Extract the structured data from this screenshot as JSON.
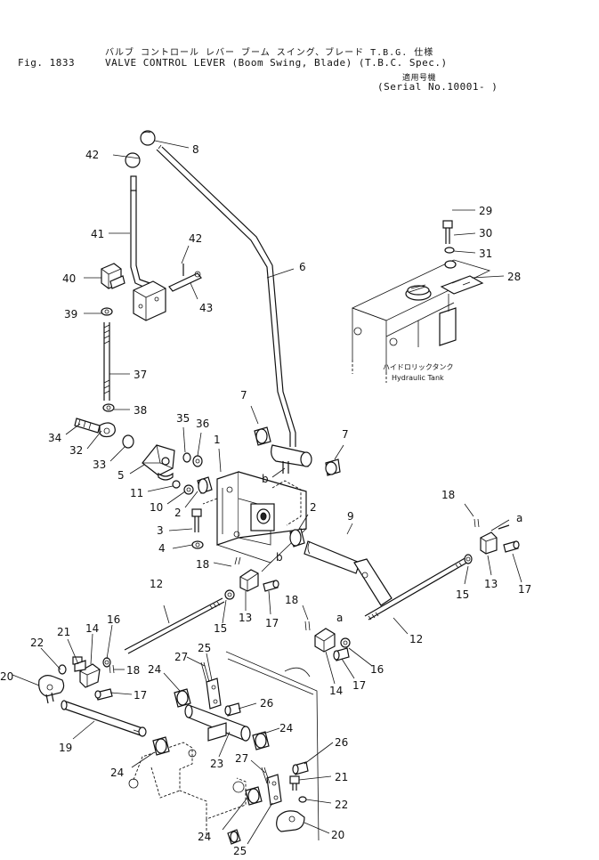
{
  "header": {
    "title_jp": "バルブ コントロール レバー  ブーム スイング、ブレード    T.B.G. 仕様",
    "fig_label": "Fig. 1833",
    "title_en": "VALVE CONTROL LEVER (Boom Swing, Blade) (T.B.C. Spec.)",
    "serial_jp": "適用号機",
    "serial": "(Serial No.10001- )"
  },
  "hydraulic_tank": {
    "label_jp": "ハイドロリックタンク",
    "label_en": "Hydraulic Tank"
  },
  "callouts": [
    {
      "id": "c8a",
      "text": "8"
    },
    {
      "id": "c42a",
      "text": "42"
    },
    {
      "id": "c41",
      "text": "41"
    },
    {
      "id": "c42b",
      "text": "42"
    },
    {
      "id": "c6",
      "text": "6"
    },
    {
      "id": "c40",
      "text": "40"
    },
    {
      "id": "c43",
      "text": "43"
    },
    {
      "id": "c39",
      "text": "39"
    },
    {
      "id": "c37",
      "text": "37"
    },
    {
      "id": "c38",
      "text": "38"
    },
    {
      "id": "c34",
      "text": "34"
    },
    {
      "id": "c32",
      "text": "32"
    },
    {
      "id": "c33",
      "text": "33"
    },
    {
      "id": "c5",
      "text": "5"
    },
    {
      "id": "c35",
      "text": "35"
    },
    {
      "id": "c36",
      "text": "36"
    },
    {
      "id": "c1",
      "text": "1"
    },
    {
      "id": "c7a",
      "text": "7"
    },
    {
      "id": "c7b",
      "text": "7"
    },
    {
      "id": "cb1",
      "text": "b"
    },
    {
      "id": "c11",
      "text": "11"
    },
    {
      "id": "c10",
      "text": "10"
    },
    {
      "id": "c2a",
      "text": "2"
    },
    {
      "id": "c2b",
      "text": "2"
    },
    {
      "id": "c3",
      "text": "3"
    },
    {
      "id": "c4",
      "text": "4"
    },
    {
      "id": "c9",
      "text": "9"
    },
    {
      "id": "c29",
      "text": "29"
    },
    {
      "id": "c30",
      "text": "30"
    },
    {
      "id": "c31",
      "text": "31"
    },
    {
      "id": "c28",
      "text": "28"
    },
    {
      "id": "c18a",
      "text": "18"
    },
    {
      "id": "ca1",
      "text": "a"
    },
    {
      "id": "c18b",
      "text": "18"
    },
    {
      "id": "cb2",
      "text": "b"
    },
    {
      "id": "c12a",
      "text": "12"
    },
    {
      "id": "c15a",
      "text": "15"
    },
    {
      "id": "c13a",
      "text": "13"
    },
    {
      "id": "c17a",
      "text": "17"
    },
    {
      "id": "c18c",
      "text": "18"
    },
    {
      "id": "ca2",
      "text": "a"
    },
    {
      "id": "c16a",
      "text": "16"
    },
    {
      "id": "c12b",
      "text": "12"
    },
    {
      "id": "c15b",
      "text": "15"
    },
    {
      "id": "c13b",
      "text": "13"
    },
    {
      "id": "c17b",
      "text": "17"
    },
    {
      "id": "c21a",
      "text": "21"
    },
    {
      "id": "c22a",
      "text": "22"
    },
    {
      "id": "c14a",
      "text": "14"
    },
    {
      "id": "c16b",
      "text": "16"
    },
    {
      "id": "c20a",
      "text": "20"
    },
    {
      "id": "c18d",
      "text": "18"
    },
    {
      "id": "c17c",
      "text": "17"
    },
    {
      "id": "c19",
      "text": "19"
    },
    {
      "id": "c24a",
      "text": "24"
    },
    {
      "id": "c27a",
      "text": "27"
    },
    {
      "id": "c25a",
      "text": "25"
    },
    {
      "id": "c26a",
      "text": "26"
    },
    {
      "id": "c24b",
      "text": "24"
    },
    {
      "id": "c14b",
      "text": "14"
    },
    {
      "id": "c17d",
      "text": "17"
    },
    {
      "id": "c23",
      "text": "23"
    },
    {
      "id": "c24c",
      "text": "24"
    },
    {
      "id": "c26b",
      "text": "26"
    },
    {
      "id": "c27b",
      "text": "27"
    },
    {
      "id": "c21b",
      "text": "21"
    },
    {
      "id": "c22b",
      "text": "22"
    },
    {
      "id": "c24d",
      "text": "24"
    },
    {
      "id": "c25b",
      "text": "25"
    },
    {
      "id": "c20b",
      "text": "20"
    }
  ]
}
